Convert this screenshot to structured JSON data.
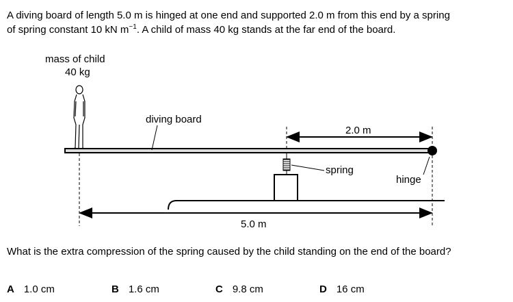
{
  "question": {
    "stem_line1": "A diving board of length 5.0 m is hinged at one end and supported 2.0 m from this end by a spring",
    "stem_line2_pre": "of spring constant 10 kN m",
    "stem_line2_sup": "−1",
    "stem_line2_post": ". A child of mass 40 kg stands at the far end of the board.",
    "prompt": "What is the extra compression of the spring caused by the child standing on the end of the board?"
  },
  "diagram": {
    "mass_label": "mass of child",
    "mass_value": "40 kg",
    "board_label": "diving board",
    "spring_distance": "2.0 m",
    "spring_label": "spring",
    "hinge_label": "hinge",
    "board_length": "5.0 m"
  },
  "options": [
    {
      "letter": "A",
      "value": "1.0 cm"
    },
    {
      "letter": "B",
      "value": "1.6 cm"
    },
    {
      "letter": "C",
      "value": "9.8 cm"
    },
    {
      "letter": "D",
      "value": "16 cm"
    }
  ]
}
